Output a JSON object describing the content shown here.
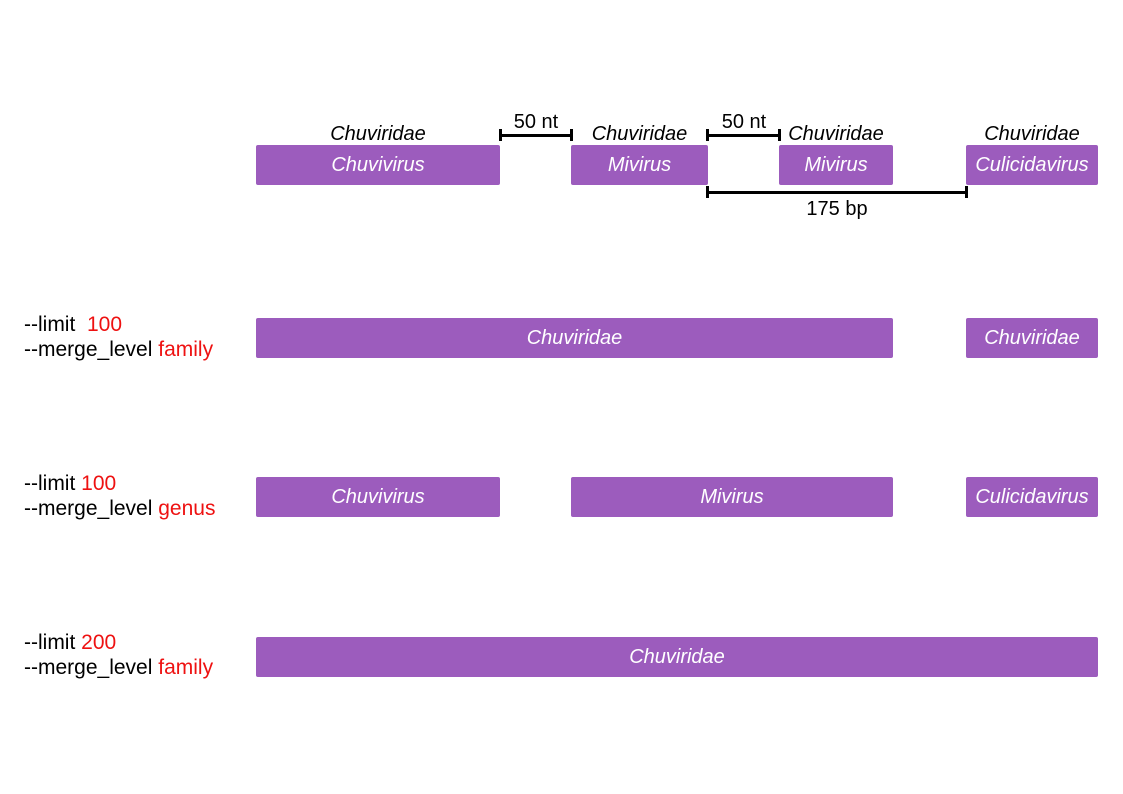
{
  "colors": {
    "bar": "#9c5cbd",
    "bar_text": "#ffffff",
    "param_value": "#ee1111",
    "text": "#000000"
  },
  "top_row": {
    "family_labels": [
      "Chuviridae",
      "Chuviridae",
      "Chuviridae",
      "Chuviridae"
    ],
    "genus_labels": [
      "Chuvivirus",
      "Mivirus",
      "Mivirus",
      "Culicidavirus"
    ],
    "gap_1": "50 nt",
    "gap_2": "50 nt",
    "span": "175 bp"
  },
  "scenarios": [
    {
      "limit_flag": "--limit",
      "limit_value": "100",
      "merge_flag": "--merge_level",
      "merge_value": "family",
      "bars": [
        "Chuviridae",
        "Chuviridae"
      ]
    },
    {
      "limit_flag": "--limit",
      "limit_value": "100",
      "merge_flag": "--merge_level",
      "merge_value": "genus",
      "bars": [
        "Chuvivirus",
        "Mivirus",
        "Culicidavirus"
      ]
    },
    {
      "limit_flag": "--limit",
      "limit_value": "200",
      "merge_flag": "--merge_level",
      "merge_value": "family",
      "bars": [
        "Chuviridae"
      ]
    }
  ]
}
